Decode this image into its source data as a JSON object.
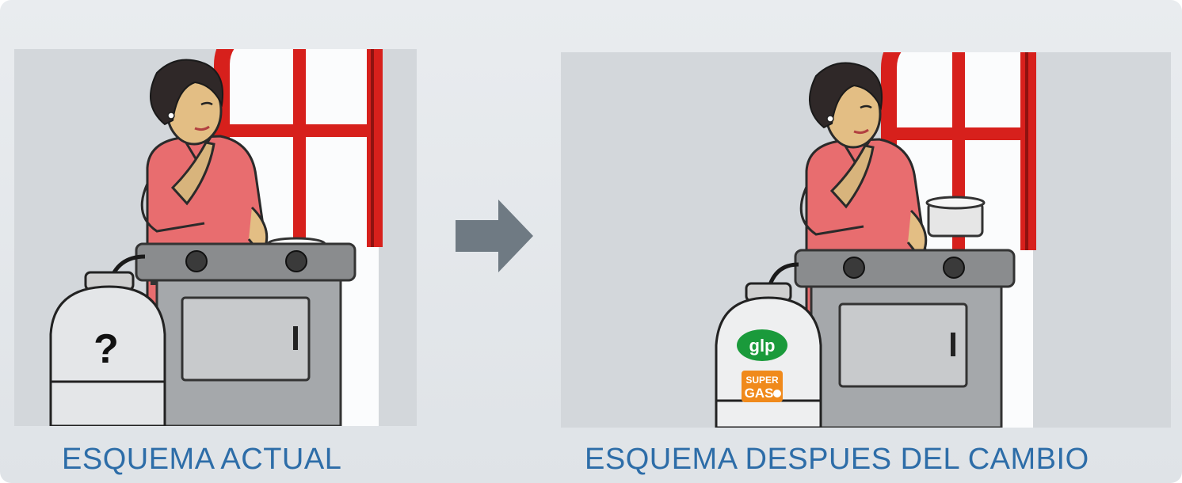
{
  "panels": [
    {
      "caption": "ESQUEMA ACTUAL",
      "tank_label": "?"
    },
    {
      "caption": "ESQUEMA DESPUES DEL CAMBIO",
      "logo_text": "glp",
      "brand_line1": "SUPER",
      "brand_line2": "GAS"
    }
  ],
  "icons": {
    "transition": "right-arrow-icon",
    "tank_left": "gas-tank-icon",
    "tank_right": "gas-tank-icon"
  },
  "colors": {
    "caption": "#2d6da8",
    "window_frame": "#d7201c",
    "logo_green": "#1a9a3b",
    "brand_orange": "#f08a1c",
    "arrow": "#6f7a83"
  }
}
